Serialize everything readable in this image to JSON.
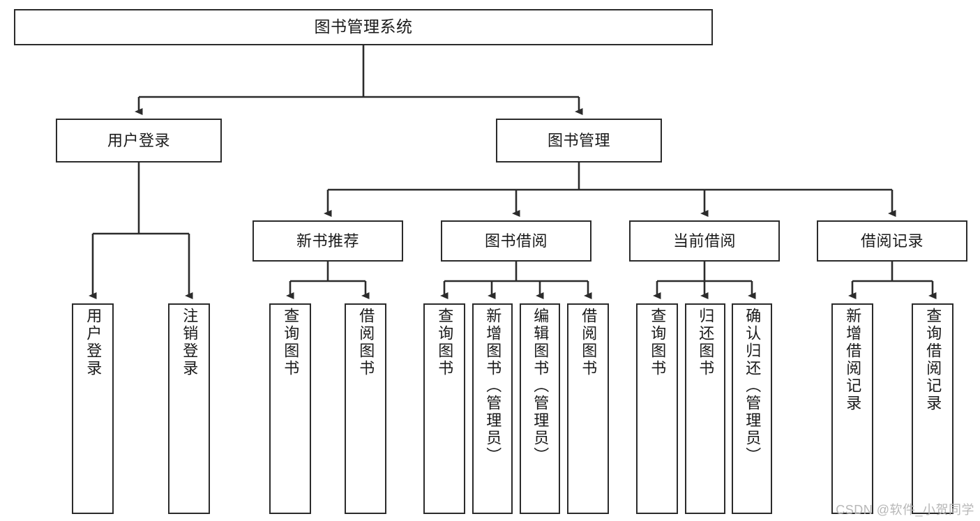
{
  "diagram": {
    "title": "图书管理系统",
    "type": "tree-hierarchy-chart",
    "stroke_color": "#2b2b2b",
    "fill_color": "#ffffff",
    "text_color": "#1a1a1a",
    "root": {
      "id": "root",
      "label": "图书管理系统",
      "orientation": "horizontal"
    },
    "level2": [
      {
        "id": "user-login",
        "label": "用户登录",
        "orientation": "horizontal"
      },
      {
        "id": "book-manage",
        "label": "图书管理",
        "orientation": "horizontal"
      }
    ],
    "level3": [
      {
        "id": "new-book-recommend",
        "label": "新书推荐",
        "orientation": "horizontal",
        "parent": "book-manage"
      },
      {
        "id": "book-borrow",
        "label": "图书借阅",
        "orientation": "horizontal",
        "parent": "book-manage"
      },
      {
        "id": "current-borrow",
        "label": "当前借阅",
        "orientation": "horizontal",
        "parent": "book-manage"
      },
      {
        "id": "borrow-record",
        "label": "借阅记录",
        "orientation": "horizontal",
        "parent": "book-manage"
      }
    ],
    "leaves": [
      {
        "id": "leaf-user-login",
        "label": "用户登录",
        "parent": "user-login",
        "orientation": "vertical"
      },
      {
        "id": "leaf-user-logout",
        "label": "注销登录",
        "parent": "user-login",
        "orientation": "vertical"
      },
      {
        "id": "leaf-query-book-1",
        "label": "查询图书",
        "parent": "new-book-recommend",
        "orientation": "vertical"
      },
      {
        "id": "leaf-borrow-book-1",
        "label": "借阅图书",
        "parent": "new-book-recommend",
        "orientation": "vertical"
      },
      {
        "id": "leaf-query-book-2",
        "label": "查询图书",
        "parent": "book-borrow",
        "orientation": "vertical"
      },
      {
        "id": "leaf-add-book",
        "label": "新增图书（管理员）",
        "parent": "book-borrow",
        "orientation": "vertical"
      },
      {
        "id": "leaf-edit-book",
        "label": "编辑图书（管理员）",
        "parent": "book-borrow",
        "orientation": "vertical"
      },
      {
        "id": "leaf-borrow-book-2",
        "label": "借阅图书",
        "parent": "book-borrow",
        "orientation": "vertical"
      },
      {
        "id": "leaf-query-book-3",
        "label": "查询图书",
        "parent": "current-borrow",
        "orientation": "vertical"
      },
      {
        "id": "leaf-return-book",
        "label": "归还图书",
        "parent": "current-borrow",
        "orientation": "vertical"
      },
      {
        "id": "leaf-confirm-return",
        "label": "确认归还（管理员）",
        "parent": "current-borrow",
        "orientation": "vertical"
      },
      {
        "id": "leaf-add-record",
        "label": "新增借阅记录",
        "parent": "borrow-record",
        "orientation": "vertical"
      },
      {
        "id": "leaf-query-record",
        "label": "查询借阅记录",
        "parent": "borrow-record",
        "orientation": "vertical"
      }
    ]
  },
  "watermark": {
    "text": "CSDN @软件_小贺同学"
  }
}
